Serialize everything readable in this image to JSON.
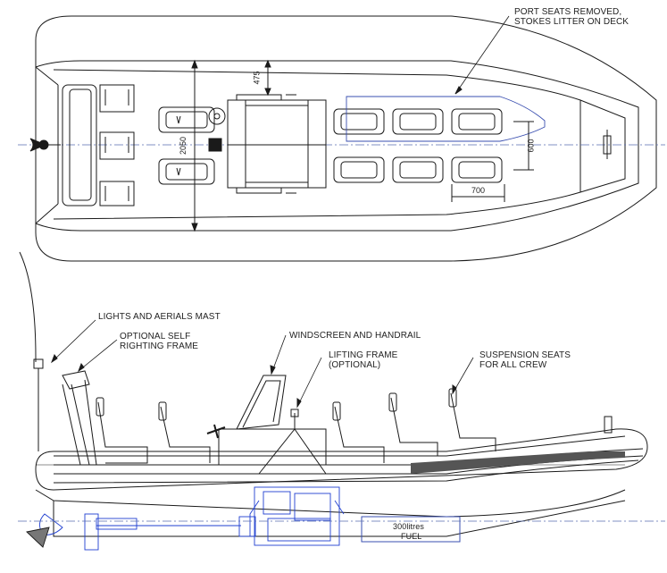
{
  "plan_view": {
    "callout_port_seats": [
      "PORT SEATS REMOVED,",
      "STOKES LITTER ON DECK"
    ],
    "dimensions": {
      "beam": "2050",
      "console_offset": "475",
      "seat_spacing": "600",
      "seat_pitch": "700"
    }
  },
  "profile_view": {
    "callouts": {
      "mast": "LIGHTS AND AERIALS MAST",
      "self_righting": [
        "OPTIONAL SELF",
        "RIGHTING FRAME"
      ],
      "windscreen": "WINDSCREEN AND HANDRAIL",
      "lifting_frame": [
        "LIFTING FRAME",
        "(OPTIONAL)"
      ],
      "suspension_seats": [
        "SUSPENSION SEATS",
        "FOR ALL CREW"
      ]
    },
    "fuel_tank": [
      "300litres",
      "FUEL"
    ]
  },
  "colors": {
    "line": "#1a1a1a",
    "centerline": "#5a6fb0",
    "engine": "#1f3fd0",
    "fuel_outline": "#3a4fb0"
  }
}
